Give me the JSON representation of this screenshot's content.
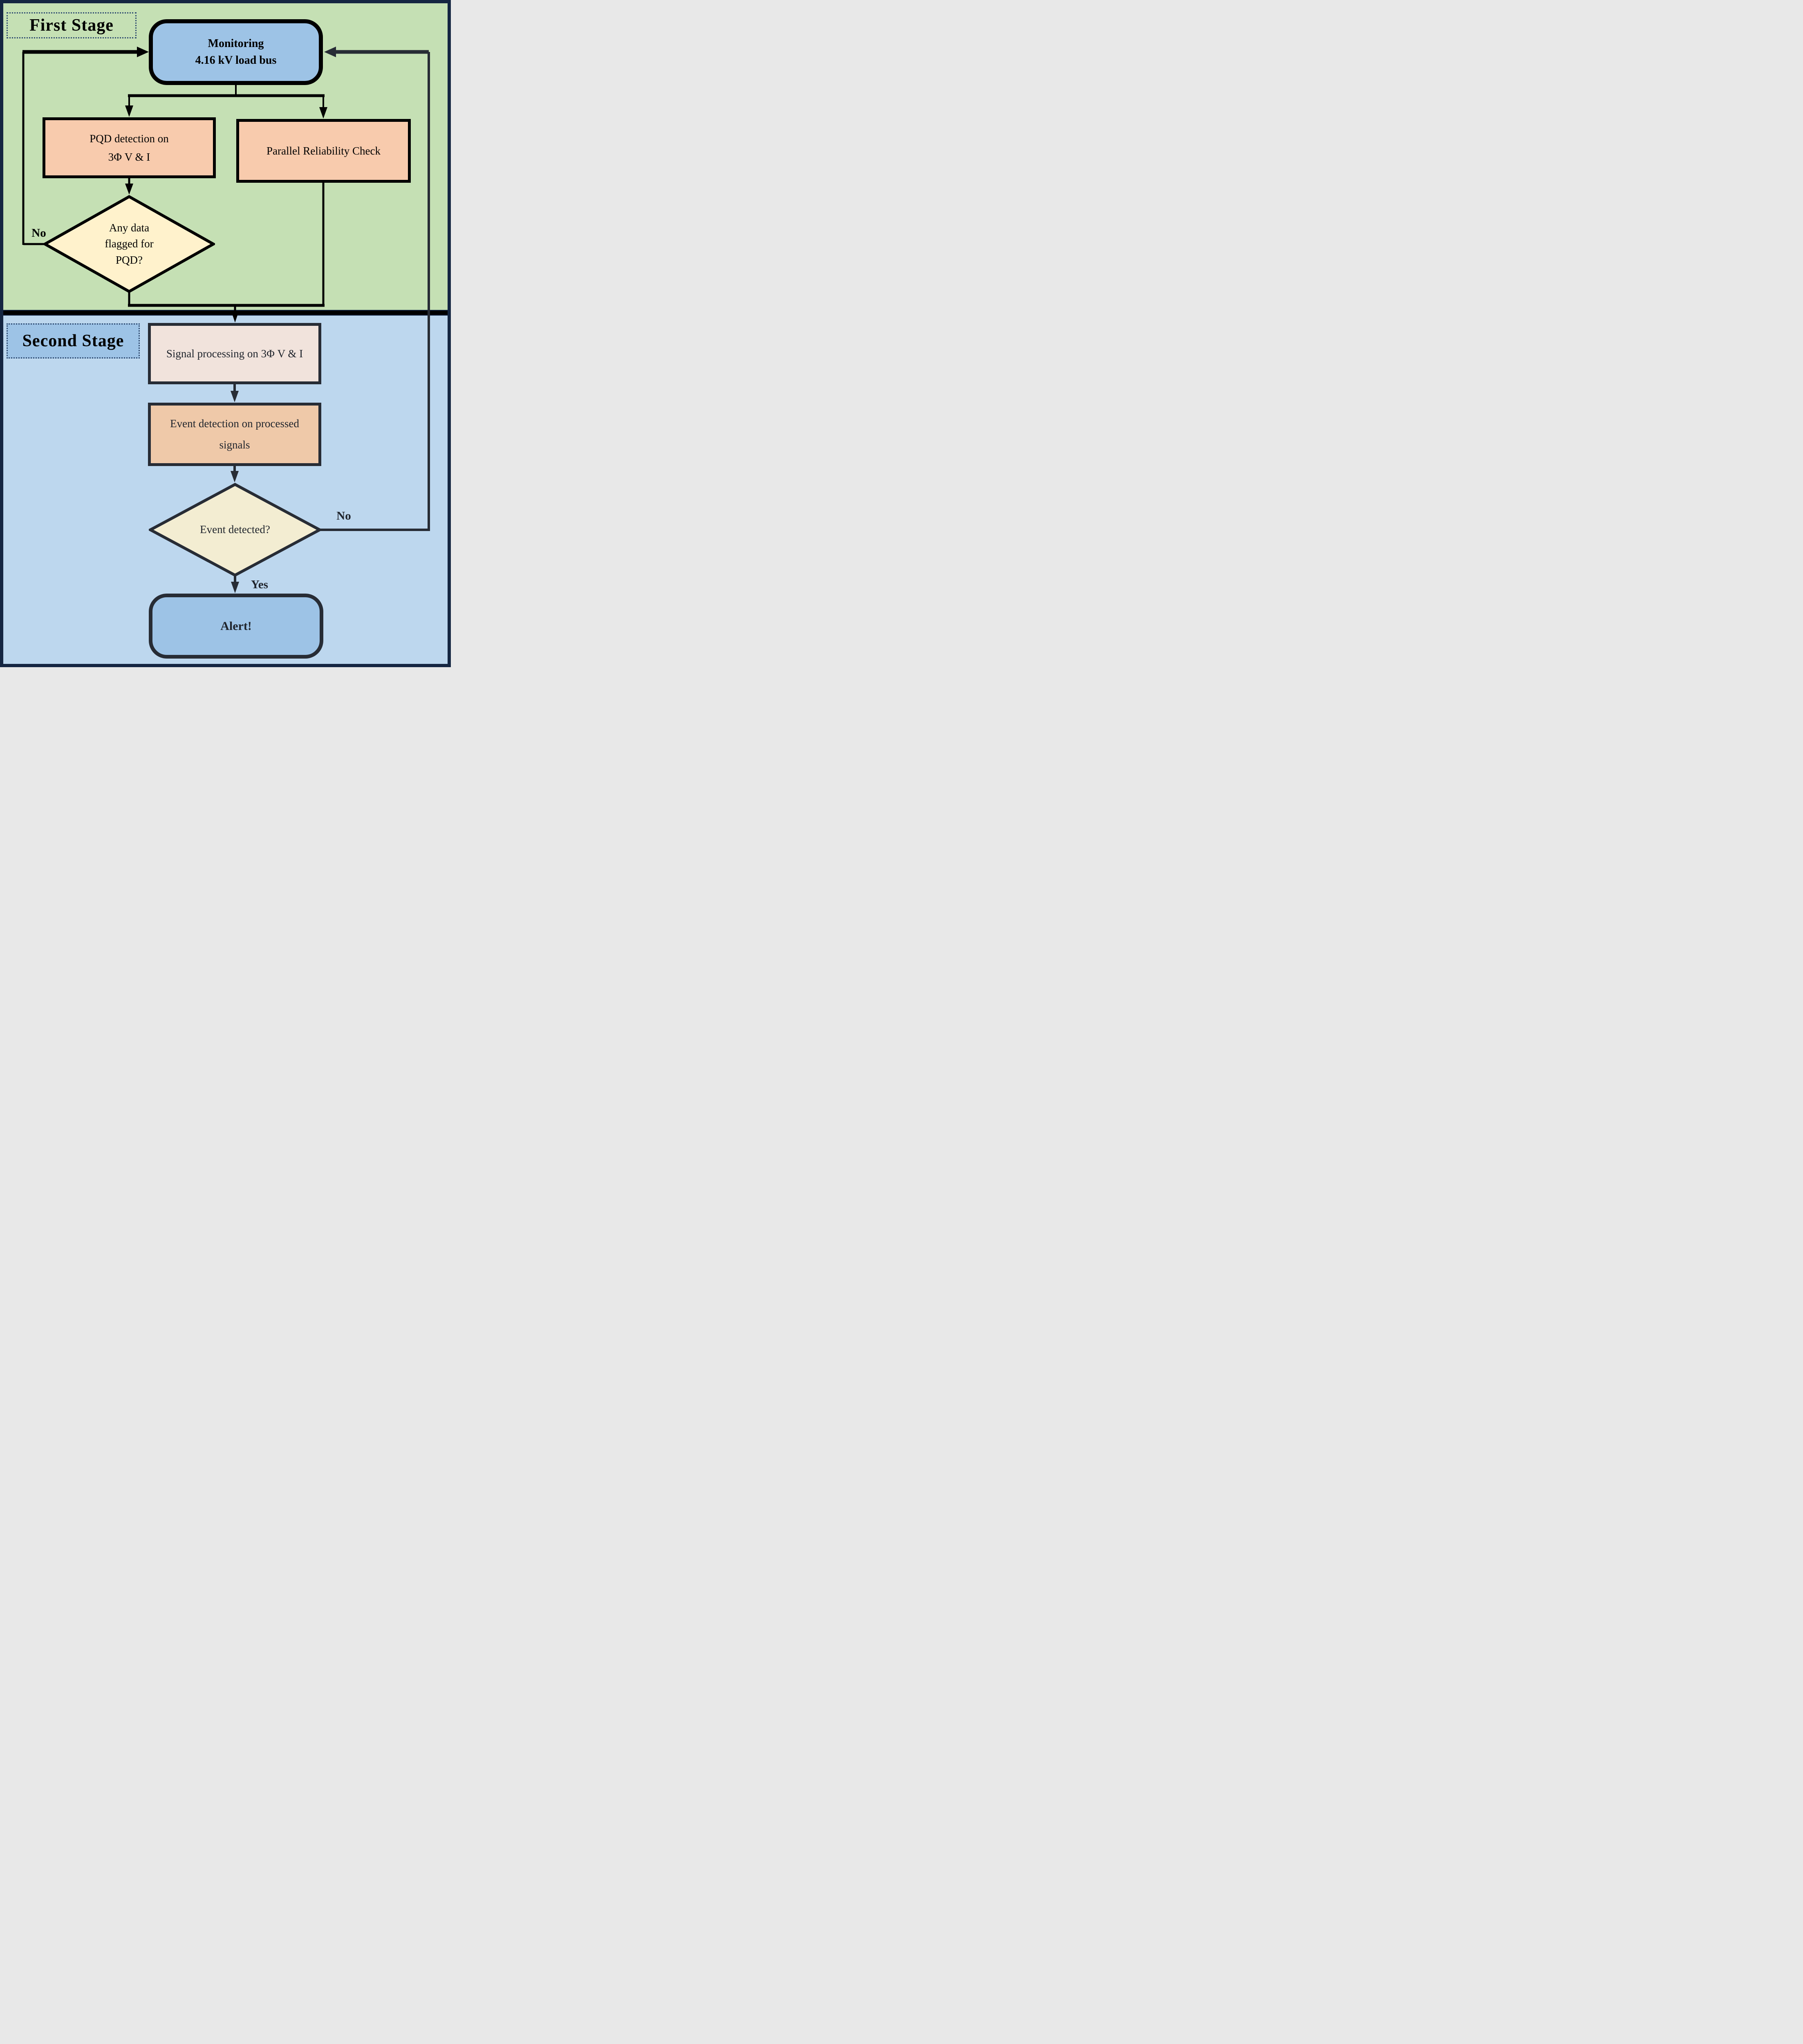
{
  "stages": {
    "first": {
      "label": "First Stage"
    },
    "second": {
      "label": "Second Stage"
    }
  },
  "nodes": {
    "monitoring": {
      "line1": "Monitoring",
      "line2": "4.16 kV load bus"
    },
    "pqd_detection": {
      "line1": "PQD detection on",
      "line2": "3Φ V & I"
    },
    "parallel_check": {
      "label": "Parallel Reliability Check"
    },
    "pqd_decision": {
      "line1": "Any data",
      "line2": "flagged for",
      "line3": "PQD?"
    },
    "signal_processing": {
      "label": "Signal processing on 3Φ V & I"
    },
    "event_detection": {
      "line1": "Event detection on processed",
      "line2": "signals"
    },
    "event_decision": {
      "label": "Event detected?"
    },
    "alert": {
      "label": "Alert!"
    }
  },
  "edge_labels": {
    "pqd_decision_no": "No",
    "event_decision_no": "No",
    "event_decision_yes": "Yes"
  },
  "colors": {
    "outer_navy": "#152642",
    "dash_navy": "#2e4a70",
    "stage1_bg": "#c5e0b4",
    "stage2_bg": "#bdd7ee",
    "node_blue": "#9dc3e6",
    "process_peach": "#f8cbad",
    "decision1_cream": "#fff2cc",
    "decision2_cream": "#f3edd2",
    "signal_beige": "#f1e3dc",
    "event_peach": "#efc9a9",
    "stage1_line": "#000000",
    "stage2_line": "#272c35",
    "text_charcoal": "#20252d"
  }
}
